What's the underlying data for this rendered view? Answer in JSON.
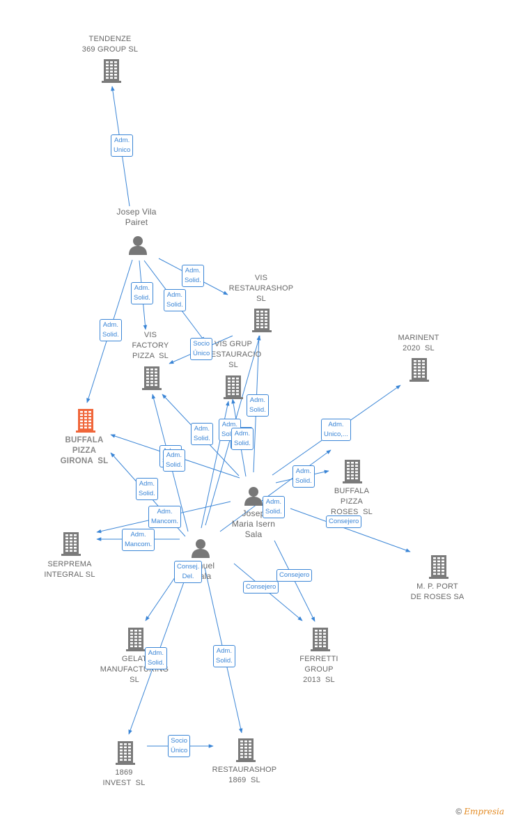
{
  "colors": {
    "edge": "#3a85d6",
    "company": "#7a7a7a",
    "main_company": "#f0663a",
    "label_text": "#666666"
  },
  "nodes": [
    {
      "id": "tendenze",
      "type": "company",
      "label": "TENDENZE\n369 GROUP SL"
    },
    {
      "id": "josep_vila",
      "type": "person",
      "label": "Josep Vila\nPairet"
    },
    {
      "id": "vis_restaurashop",
      "type": "company",
      "label": "VIS\nRESTAURASHOP\nSL"
    },
    {
      "id": "marinent",
      "type": "company",
      "label": "MARINENT\n2020  SL"
    },
    {
      "id": "vis_factory",
      "type": "company",
      "label": "VIS\nFACTORY\nPIZZA  SL"
    },
    {
      "id": "vis_grup",
      "type": "company",
      "label": "VIS GRUP\nRESTAURACIO\nSL"
    },
    {
      "id": "buffala_girona",
      "type": "main",
      "label": "BUFFALA\nPIZZA\nGIRONA  SL"
    },
    {
      "id": "buffala_roses",
      "type": "company",
      "label": "BUFFALA\nPIZZA\nROSES  SL"
    },
    {
      "id": "josep_maria",
      "type": "person",
      "label": "Josep\nMaria Isern\nSala"
    },
    {
      "id": "serprema",
      "type": "company",
      "label": "SERPREMA\nINTEGRAL SL"
    },
    {
      "id": "manuel",
      "type": "person",
      "label": "Manuel\nAyala"
    },
    {
      "id": "mp_port",
      "type": "company",
      "label": "M. P. PORT\nDE ROSES SA"
    },
    {
      "id": "gelat",
      "type": "company",
      "label": "GELAT\nMANUFACTURING\nSL"
    },
    {
      "id": "ferretti",
      "type": "company",
      "label": "FERRETTI\nGROUP\n2013  SL"
    },
    {
      "id": "invest1869",
      "type": "company",
      "label": "1869\nINVEST  SL"
    },
    {
      "id": "restaurashop1869",
      "type": "company",
      "label": "RESTAURASHOP\n1869  SL"
    }
  ],
  "edges": [
    {
      "from": "josep_vila",
      "to": "tendenze",
      "label": "Adm.\nUnico"
    },
    {
      "from": "josep_vila",
      "to": "buffala_girona",
      "label": "Adm.\nSolid."
    },
    {
      "from": "josep_vila",
      "to": "vis_factory",
      "label": "Adm.\nSolid."
    },
    {
      "from": "josep_vila",
      "to": "vis_grup",
      "label": "Adm.\nSolid."
    },
    {
      "from": "josep_vila",
      "to": "vis_restaurashop",
      "label": "Adm.\nSolid."
    },
    {
      "from": "vis_grup",
      "to": "vis_factory",
      "label": "Socio\nÚnico"
    },
    {
      "from": "josep_maria",
      "to": "buffala_girona",
      "label": "Adm.\nSolid."
    },
    {
      "from": "josep_maria",
      "to": "vis_factory",
      "label": "Adm.\nSolid."
    },
    {
      "from": "josep_maria",
      "to": "vis_grup",
      "label": "Adm.\nSolid."
    },
    {
      "from": "josep_maria",
      "to": "vis_restaurashop",
      "label": "Adm.\nSolid."
    },
    {
      "from": "josep_maria",
      "to": "marinent",
      "label": "Adm.\nUnico,..."
    },
    {
      "from": "josep_maria",
      "to": "buffala_roses",
      "label": "Adm.\nSolid."
    },
    {
      "from": "josep_maria",
      "to": "mp_port",
      "label": "Consejero"
    },
    {
      "from": "josep_maria",
      "to": "serprema",
      "label": "Adm.\nMancom."
    },
    {
      "from": "josep_maria",
      "to": "ferretti",
      "label": "Consejero"
    },
    {
      "from": "manuel",
      "to": "buffala_girona",
      "label": "Adm.\nSolid."
    },
    {
      "from": "manuel",
      "to": "vis_factory",
      "label": "Adm.\nSolid."
    },
    {
      "from": "manuel",
      "to": "vis_grup",
      "label": "Adm.\nSolid."
    },
    {
      "from": "manuel",
      "to": "vis_restaurashop",
      "label": "Adm.\nSolid."
    },
    {
      "from": "manuel",
      "to": "buffala_roses",
      "label": "Adm.\nSolid."
    },
    {
      "from": "manuel",
      "to": "serprema",
      "label": "Adm.\nMancom."
    },
    {
      "from": "manuel",
      "to": "gelat",
      "label": "Consej.\nDel."
    },
    {
      "from": "manuel",
      "to": "invest1869",
      "label": "Adm.\nSolid."
    },
    {
      "from": "manuel",
      "to": "restaurashop1869",
      "label": "Adm.\nSolid."
    },
    {
      "from": "manuel",
      "to": "ferretti",
      "label": "Consejero"
    },
    {
      "from": "invest1869",
      "to": "restaurashop1869",
      "label": "Socio\nÚnico"
    }
  ],
  "footer": {
    "copyright": "©",
    "brand": "Empresia"
  }
}
